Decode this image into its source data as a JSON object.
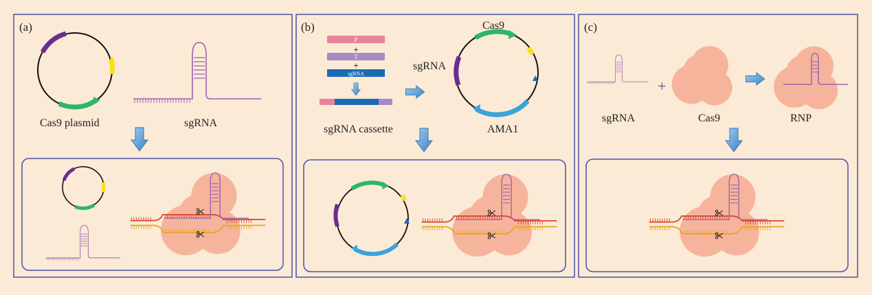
{
  "panels": {
    "a": {
      "label": "(a)",
      "plasmid_label": "Cas9 plasmid",
      "sgrna_label": "sgRNA"
    },
    "b": {
      "label": "(b)",
      "cassette_parts": [
        "P",
        "+",
        "T",
        "+",
        "sgRNA"
      ],
      "cassette_label": "sgRNA cassette",
      "cas9_label": "Cas9",
      "sgrna_label": "sgRNA",
      "ama1_label": "AMA1"
    },
    "c": {
      "label": "(c)",
      "sgrna_label": "sgRNA",
      "plus_sign": "+",
      "cas9_label": "Cas9",
      "rnp_label": "RNP"
    }
  },
  "colors": {
    "background": "#fbead6",
    "panel_border": "#4a52a3",
    "purple": "#6b2d8f",
    "green": "#2db56b",
    "yellow": "#f4e21a",
    "blue": "#3aa3dd",
    "dark_blue": "#1b6ab3",
    "pink": "#e8839a",
    "lavender": "#a98ac4",
    "cas9": "#f7b49c",
    "red_strand": "#d9442a",
    "orange_strand": "#e8a321",
    "sgrna_strand": "#9b64b0",
    "arrow": "#5aa1d6"
  },
  "icons": [
    "scissors-icon",
    "down-arrow-icon",
    "right-arrow-icon",
    "plasmid-icon"
  ]
}
